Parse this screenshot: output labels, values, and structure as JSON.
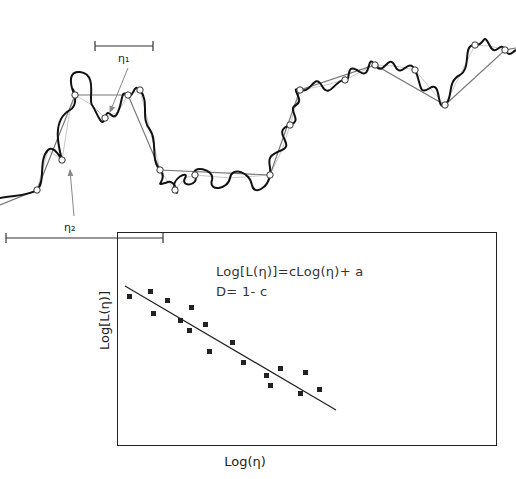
{
  "diagram": {
    "nodes": [
      {
        "text": [
          "Log[L(η)]=cLog(η)+ a",
          "D= 1- c"
        ]
      }
    ],
    "labels": [
      "η₁",
      "η₂",
      "Log[L(η)]",
      "Log(η)"
    ]
  }
}
